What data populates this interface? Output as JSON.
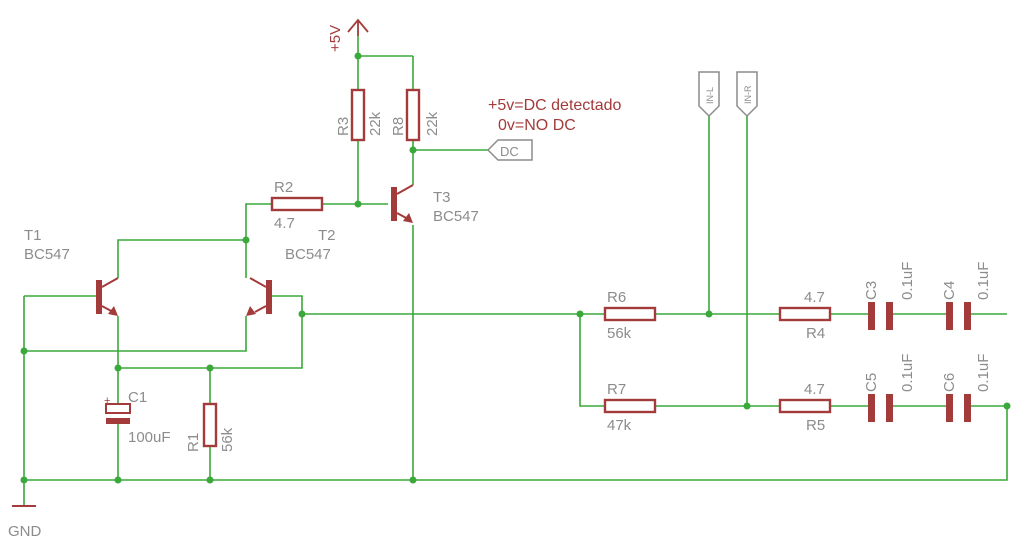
{
  "power": {
    "vcc": "+5V",
    "gnd": "GND"
  },
  "note": {
    "line1": "+5v=DC detectado",
    "line2": "0v=NO DC"
  },
  "ports": {
    "dc": "DC",
    "in_l": "IN-L",
    "in_r": "IN-R"
  },
  "transistors": {
    "t1": {
      "name": "T1",
      "type": "BC547"
    },
    "t2": {
      "name": "T2",
      "type": "BC547"
    },
    "t3": {
      "name": "T3",
      "type": "BC547"
    }
  },
  "resistors": {
    "r1": {
      "name": "R1",
      "value": "56k"
    },
    "r2": {
      "name": "R2",
      "value": "4.7"
    },
    "r3": {
      "name": "R3",
      "value": "22k"
    },
    "r4": {
      "name": "R4",
      "value": "4.7"
    },
    "r5": {
      "name": "R5",
      "value": "4.7"
    },
    "r6": {
      "name": "R6",
      "value": "56k"
    },
    "r7": {
      "name": "R7",
      "value": "47k"
    },
    "r8": {
      "name": "R8",
      "value": "22k"
    }
  },
  "capacitors": {
    "c1": {
      "name": "C1",
      "value": "100uF",
      "polarity": "+"
    },
    "c3": {
      "name": "C3",
      "value": "0.1uF"
    },
    "c4": {
      "name": "C4",
      "value": "0.1uF"
    },
    "c5": {
      "name": "C5",
      "value": "0.1uF"
    },
    "c6": {
      "name": "C6",
      "value": "0.1uF"
    }
  },
  "colors": {
    "wire": "#3aa83a",
    "component": "#a33b3b",
    "label": "#8c8c8c"
  }
}
